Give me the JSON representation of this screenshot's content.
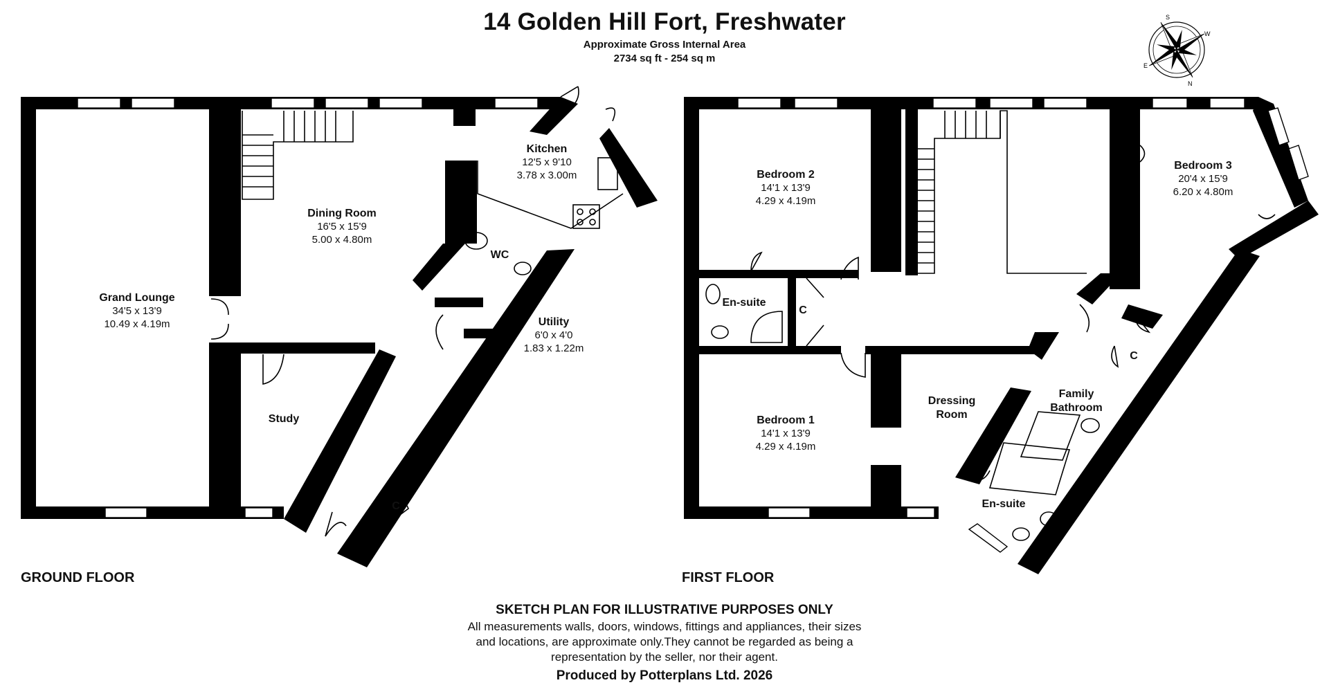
{
  "header": {
    "title": "14 Golden Hill Fort, Freshwater",
    "area_label": "Approximate Gross Internal Area",
    "area_value": "2734 sq ft - 254 sq m"
  },
  "compass": {
    "icon": "compass-rose-icon",
    "labels": [
      "N",
      "E",
      "S",
      "W"
    ]
  },
  "ground_floor": {
    "label": "GROUND FLOOR",
    "rooms": {
      "grand_lounge": {
        "name": "Grand Lounge",
        "imperial": "34'5 x 13'9",
        "metric": "10.49 x 4.19m"
      },
      "dining_room": {
        "name": "Dining Room",
        "imperial": "16'5 x 15'9",
        "metric": "5.00 x 4.80m"
      },
      "kitchen": {
        "name": "Kitchen",
        "imperial": "12'5 x 9'10",
        "metric": "3.78 x 3.00m"
      },
      "wc": {
        "name": "WC"
      },
      "utility": {
        "name": "Utility",
        "imperial": "6'0 x 4'0",
        "metric": "1.83 x 1.22m"
      },
      "study": {
        "name": "Study"
      },
      "cupboard": {
        "name": "C"
      }
    }
  },
  "first_floor": {
    "label": "FIRST FLOOR",
    "rooms": {
      "bedroom2": {
        "name": "Bedroom 2",
        "imperial": "14'1 x 13'9",
        "metric": "4.29 x 4.19m"
      },
      "bedroom3": {
        "name": "Bedroom 3",
        "imperial": "20'4 x 15'9",
        "metric": "6.20 x 4.80m"
      },
      "ensuite_left": {
        "name": "En-suite"
      },
      "cupboard_left": {
        "name": "C"
      },
      "bedroom1": {
        "name": "Bedroom 1",
        "imperial": "14'1 x 13'9",
        "metric": "4.29 x 4.19m"
      },
      "dressing_room": {
        "line1": "Dressing",
        "line2": "Room"
      },
      "family_bathroom": {
        "line1": "Family",
        "line2": "Bathroom"
      },
      "cupboard_right": {
        "name": "C"
      },
      "ensuite_right": {
        "name": "En-suite"
      }
    }
  },
  "disclaimer": {
    "title": "SKETCH PLAN FOR ILLUSTRATIVE PURPOSES ONLY",
    "line1": "All measurements walls, doors, windows, fittings and appliances, their sizes",
    "line2": "and locations, are approximate only.They cannot be regarded as being a",
    "line3": "representation by the seller, nor their agent.",
    "producer": "Produced by Potterplans Ltd. 2026"
  }
}
